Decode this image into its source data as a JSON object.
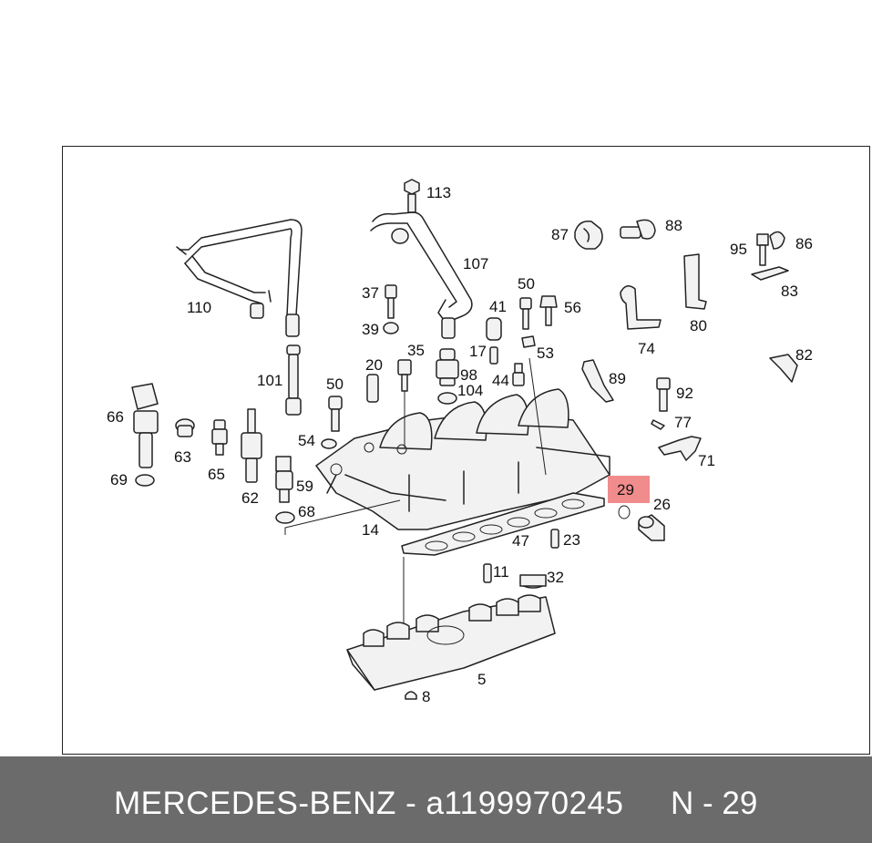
{
  "diagram": {
    "highlight_color": "#f08080",
    "highlighted_label": "29",
    "labels": {
      "p113": "113",
      "p107": "107",
      "p87": "87",
      "p88": "88",
      "p95": "95",
      "p86": "86",
      "p110": "110",
      "p37": "37",
      "p50a": "50",
      "p56": "56",
      "p83": "83",
      "p41": "41",
      "p39": "39",
      "p17": "17",
      "p53": "53",
      "p74": "74",
      "p80": "80",
      "p35": "35",
      "p20": "20",
      "p98": "98",
      "p82": "82",
      "p101": "101",
      "p50b": "50",
      "p44": "44",
      "p89": "89",
      "p104": "104",
      "p92": "92",
      "p66": "66",
      "p77": "77",
      "p54": "54",
      "p63": "63",
      "p65": "65",
      "p71": "71",
      "p69": "69",
      "p62": "62",
      "p59": "59",
      "p29": "29",
      "p26": "26",
      "p68": "68",
      "p14": "14",
      "p47": "47",
      "p23": "23",
      "p11": "11",
      "p32": "32",
      "p5": "5",
      "p8": "8"
    }
  },
  "footer": {
    "brand_line": "MERCEDES-BENZ - a1199970245",
    "position_line": "N - 29",
    "background": "#6b6b6b"
  }
}
